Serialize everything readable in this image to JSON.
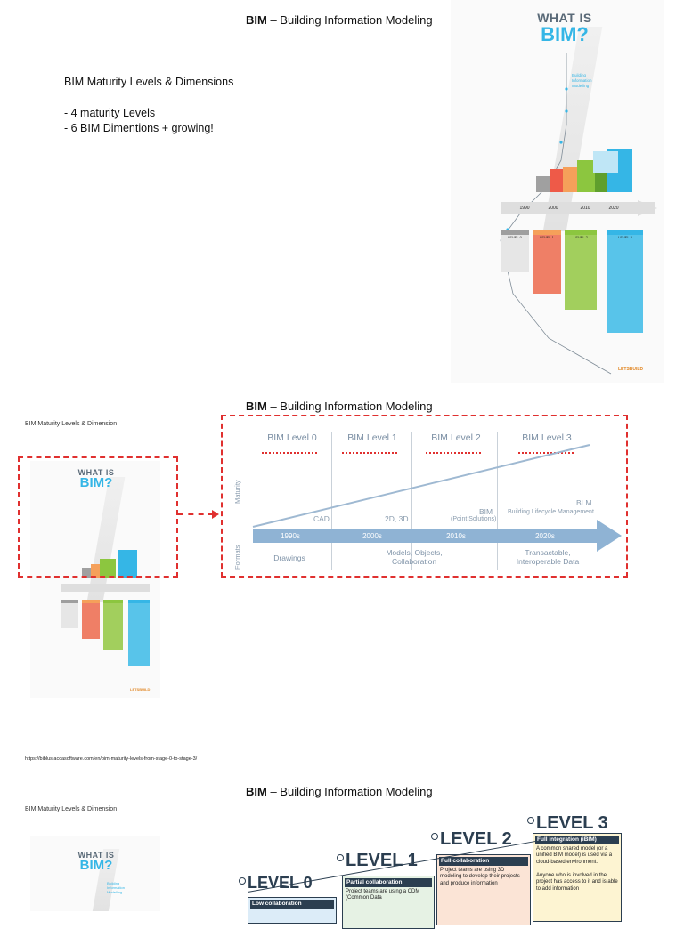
{
  "slide1": {
    "title_bold": "BIM",
    "title_rest": " – Building Information Modeling",
    "heading": "BIM Maturity Levels & Dimensions",
    "bullets": [
      "- 4 maturity Levels",
      "- 6 BIM Dimentions + growing!"
    ]
  },
  "infographic": {
    "line1": "WHAT IS",
    "line2": "BIM?",
    "tagline": [
      "Building",
      "Information",
      "Modelling"
    ],
    "years": [
      "1990",
      "2000",
      "2010",
      "2020"
    ],
    "levels": [
      "LEVEL 0",
      "LEVEL 1",
      "LEVEL 2",
      "LEVEL 3"
    ],
    "brand": "LETSBUILD"
  },
  "slide2": {
    "title_bold": "BIM",
    "title_rest": " – Building Information Modeling",
    "subheading": "BIM Maturity Levels & Dimension",
    "chart": {
      "columns": [
        "BIM Level 0",
        "BIM Level 1",
        "BIM Level 2",
        "BIM Level 3"
      ],
      "maturity_label": "Maturity",
      "formats_label": "Formats",
      "stage_labels": [
        "CAD",
        "2D, 3D",
        "BIM",
        "(Point Solutions)",
        "BLM",
        "Building Lifecycle Management"
      ],
      "decades": [
        "1990s",
        "2000s",
        "2010s",
        "2020s"
      ],
      "formats": [
        "Drawings",
        "Models, Objects,\nCollaboration",
        "Transactable,\nInteroperable Data"
      ]
    },
    "source_url": "https://biblus.accasoftware.com/en/bim-maturity-levels-from-stage-0-to-stage-3/"
  },
  "slide3": {
    "title_bold": "BIM",
    "title_rest": " – Building Information Modeling",
    "subheading": "BIM Maturity Levels & Dimension",
    "levels": [
      {
        "name": "LEVEL 0",
        "title": "Low collaboration",
        "text": ""
      },
      {
        "name": "LEVEL 1",
        "title": "Partial collaboration",
        "text": "Project teams are using a CDM (Common Data"
      },
      {
        "name": "LEVEL 2",
        "title": "Full collaboration",
        "text": "Project teams are using 3D modeling to develop their projects and produce information"
      },
      {
        "name": "LEVEL 3",
        "title": "Full integration (iBIM)",
        "text": "A common shared model (or a unified BIM model) is used via a cloud-based environment.\n\nAnyone who is involved in the project has access to it and is able to add information"
      }
    ]
  },
  "colors": {
    "accent_blue": "#35b6e6",
    "dashed_red": "#e0302f",
    "arrow_blue": "#8fb3d4",
    "level0": "#9e9e9e",
    "level1": "#f5a05a",
    "level2": "#8cc63f",
    "level3": "#35b6e6",
    "card_level1": "#e6f2e4",
    "card_level2": "#fbe4d6",
    "card_level3": "#fdf4d2",
    "card_level0": "#dcecf8"
  }
}
